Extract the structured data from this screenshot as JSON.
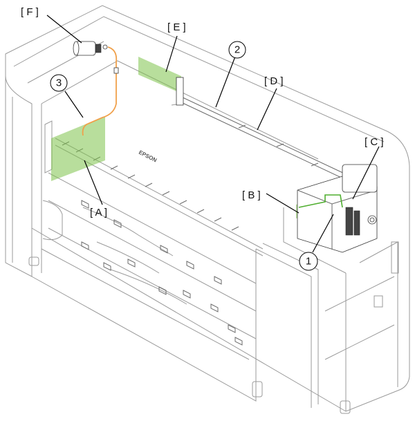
{
  "labels": {
    "A": "[ A ]",
    "B": "[ B ]",
    "C": "[ C ]",
    "D": "[ D ]",
    "E": "[ E ]",
    "F": "[ F ]"
  },
  "callouts": {
    "one": "1",
    "two": "2",
    "three": "3"
  },
  "brand": "EPSON",
  "colors": {
    "highlight": "#7dc24a",
    "cable_orange": "#f0a04a",
    "cable_green": "#4fae2f"
  }
}
